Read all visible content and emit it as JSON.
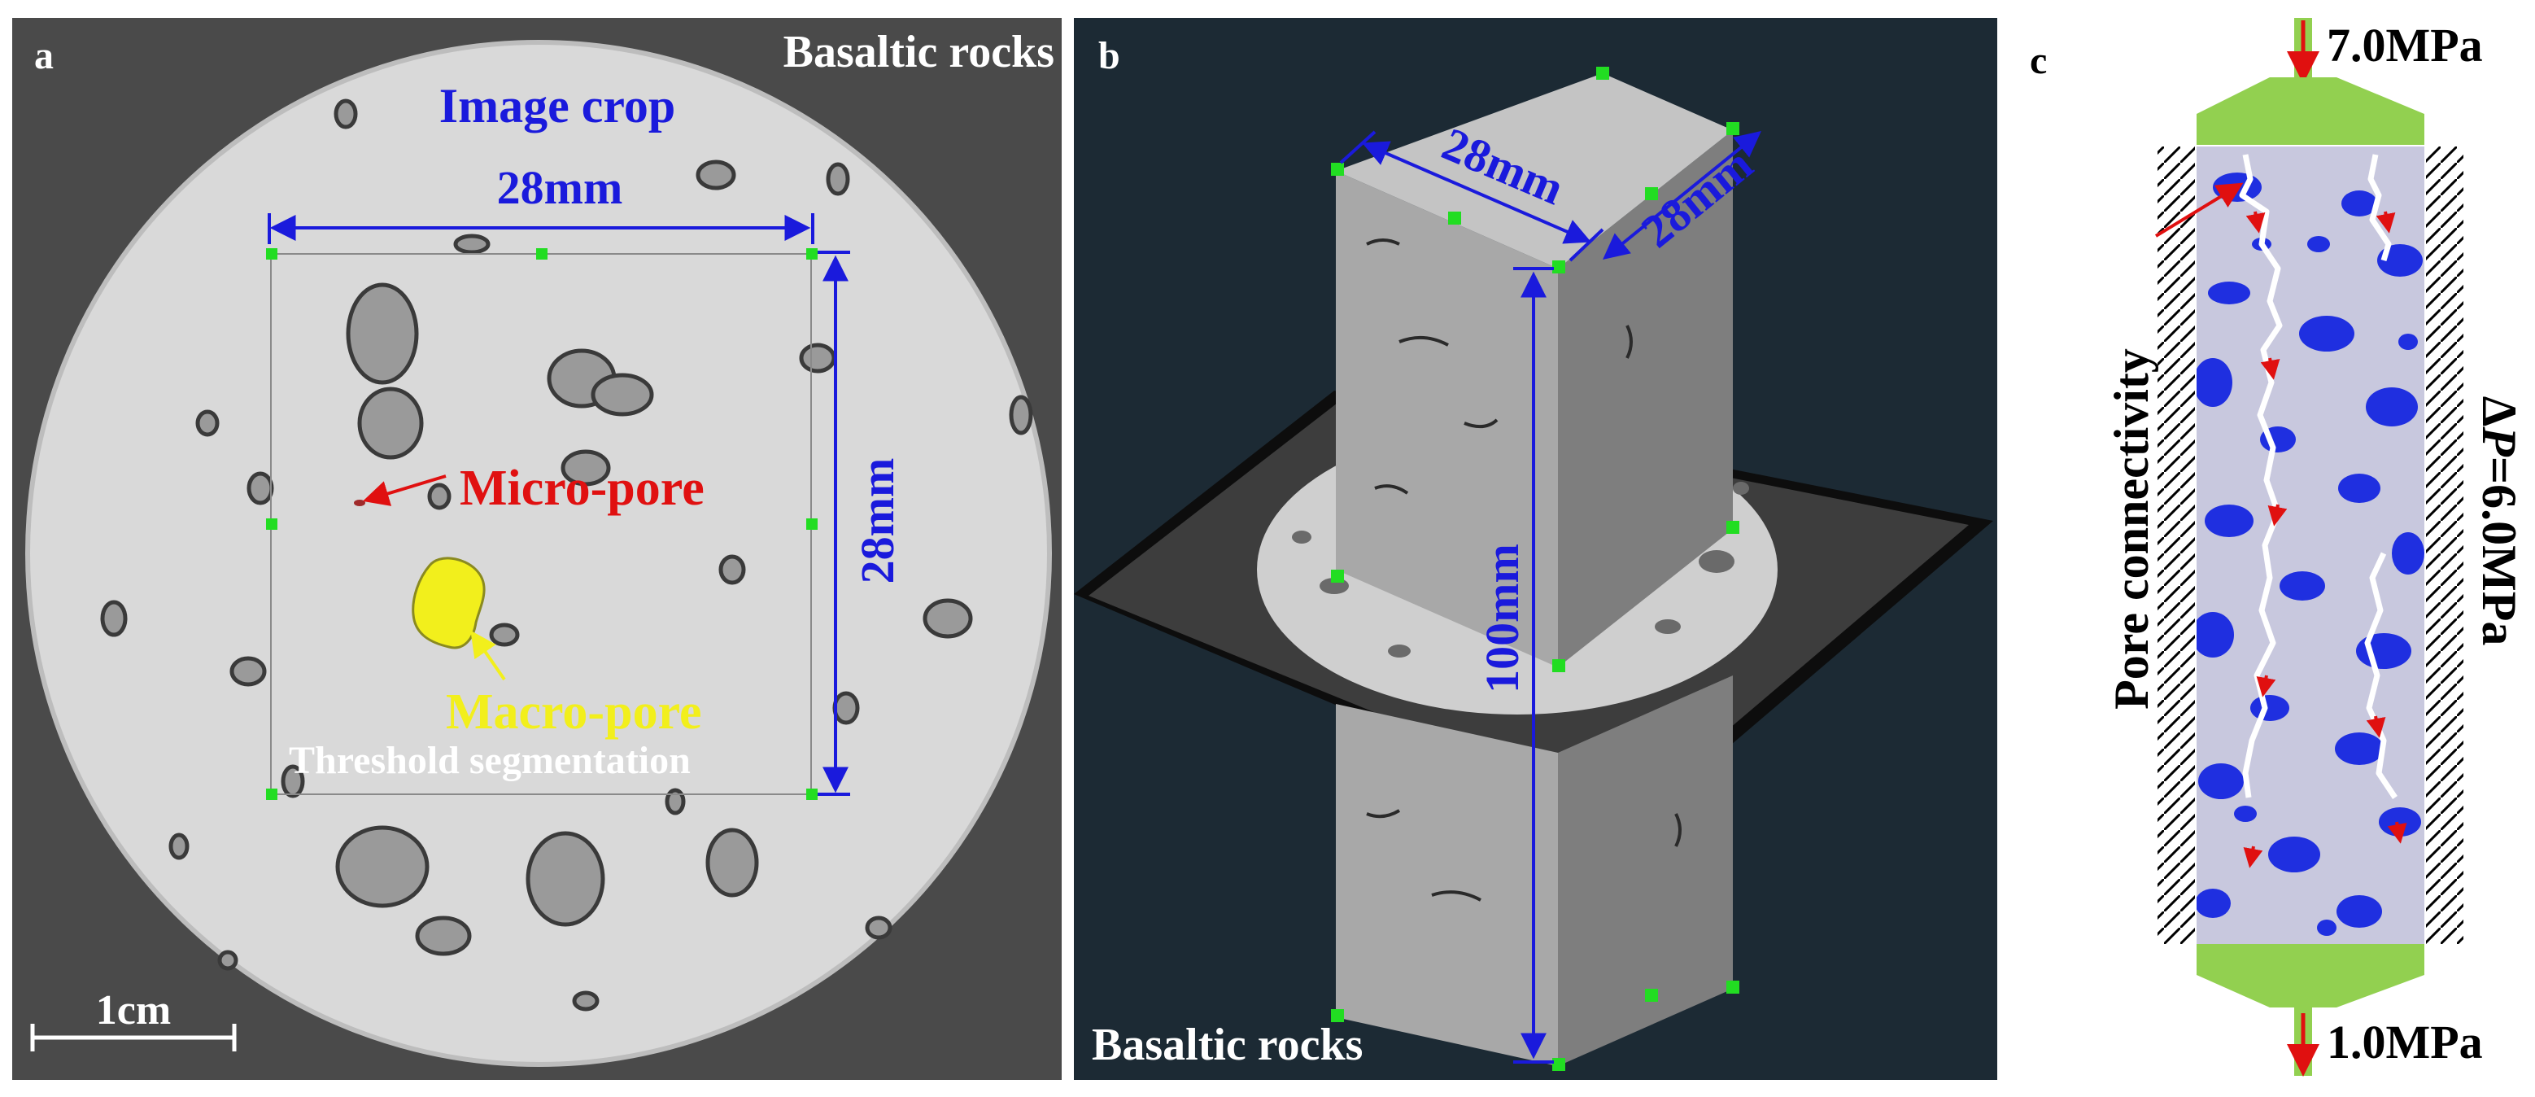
{
  "panel_a": {
    "letter": "a",
    "corner_label": "Basaltic rocks",
    "crop_title": "Image crop",
    "width_label": "28mm",
    "height_label": "28mm",
    "micro_pore": "Micro-pore",
    "macro_pore": "Macro-pore",
    "threshold": "Threshold segmentation",
    "scale_bar": "1cm"
  },
  "panel_b": {
    "letter": "b",
    "width_label_1": "28mm",
    "width_label_2": "28mm",
    "height_label": "100mm",
    "bottom_label": "Basaltic rocks"
  },
  "panel_c": {
    "letter": "c",
    "inlet_pressure": "7.0MPa",
    "outlet_pressure": "1.0MPa",
    "side_label": "Pore connectivity",
    "delta_symbol": "Δ",
    "delta_var": "P",
    "delta_value": "=6.0MPa"
  },
  "colors": {
    "blue_annotation": "#1a1adc",
    "red_annotation": "#e01010",
    "yellow_annotation": "#f2ef1c",
    "marker_green": "#22dd22",
    "pressure_plate_green": "#92d050",
    "pore_blue": "#1f2fe0"
  }
}
